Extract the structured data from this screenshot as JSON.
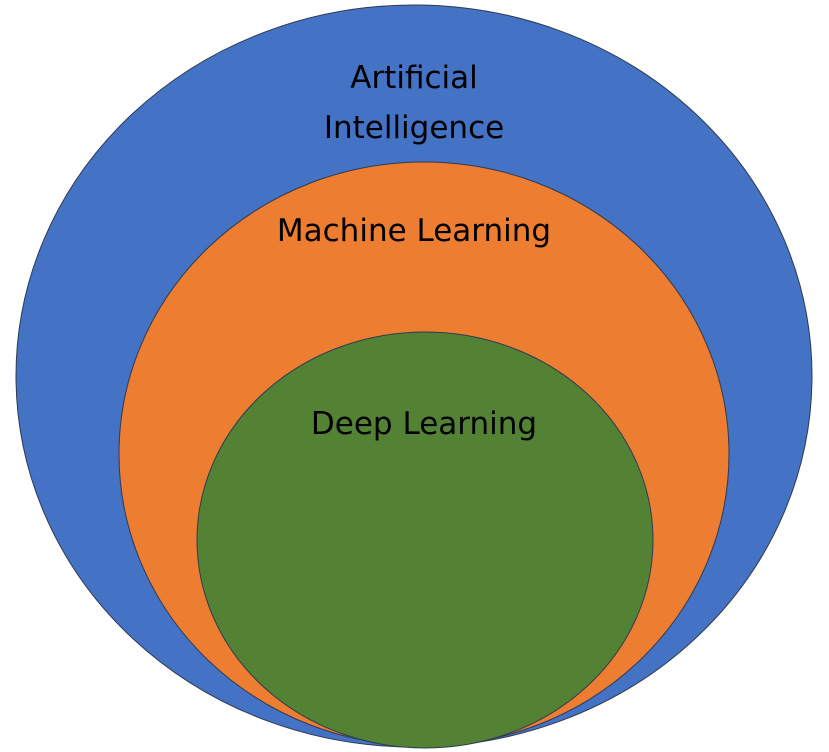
{
  "diagram": {
    "type": "nested-ellipses",
    "layers": [
      {
        "label_lines": [
          "Artificial",
          "Intelligence"
        ],
        "color": "#4472C4"
      },
      {
        "label_lines": [
          "Machine Learning"
        ],
        "color": "#ED7D31"
      },
      {
        "label_lines": [
          "Deep Learning"
        ],
        "color": "#548235"
      }
    ],
    "outline_color": "#2F3B52"
  }
}
